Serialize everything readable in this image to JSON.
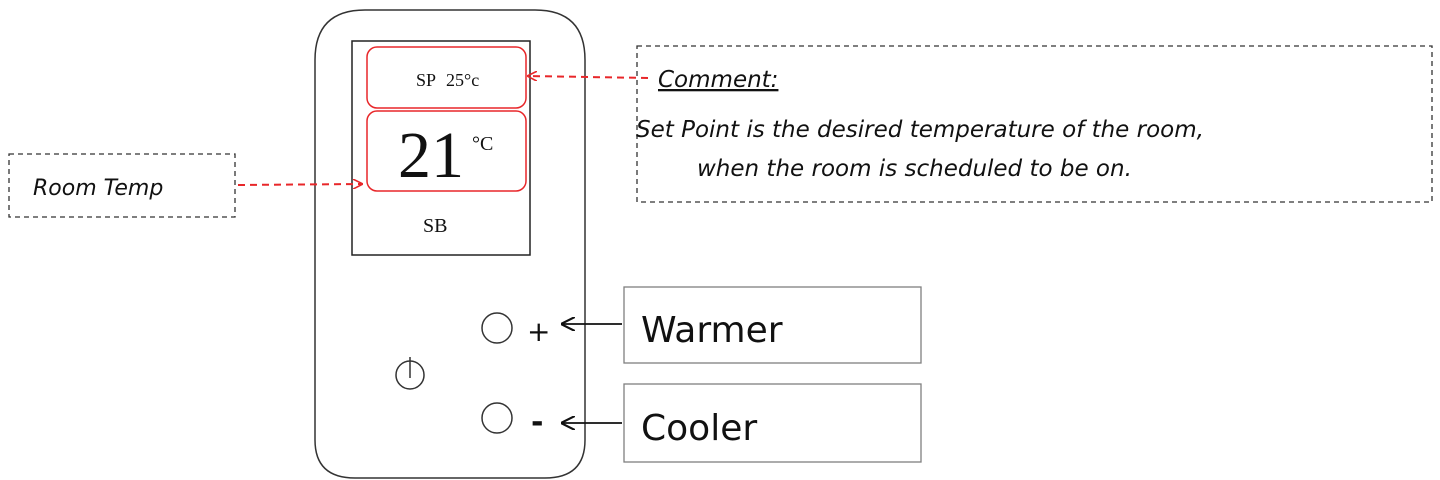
{
  "device": {
    "setpoint_label": "SP",
    "setpoint_value": "25°c",
    "room_temp_value": "21",
    "room_temp_unit": "°C",
    "mode": "SB",
    "plus_symbol": "+",
    "minus_symbol": "-",
    "power_icon": "power-icon"
  },
  "callouts": {
    "room_temp": "Room Temp",
    "comment_title": "Comment:",
    "comment_line1": "Set Point is the desired temperature of  the room,",
    "comment_line2": "when the room is scheduled to be on.",
    "warmer": "Warmer",
    "cooler": "Cooler"
  },
  "colors": {
    "highlight": "#e8272a",
    "ink": "#111111",
    "box_border": "#7f7f7f"
  }
}
